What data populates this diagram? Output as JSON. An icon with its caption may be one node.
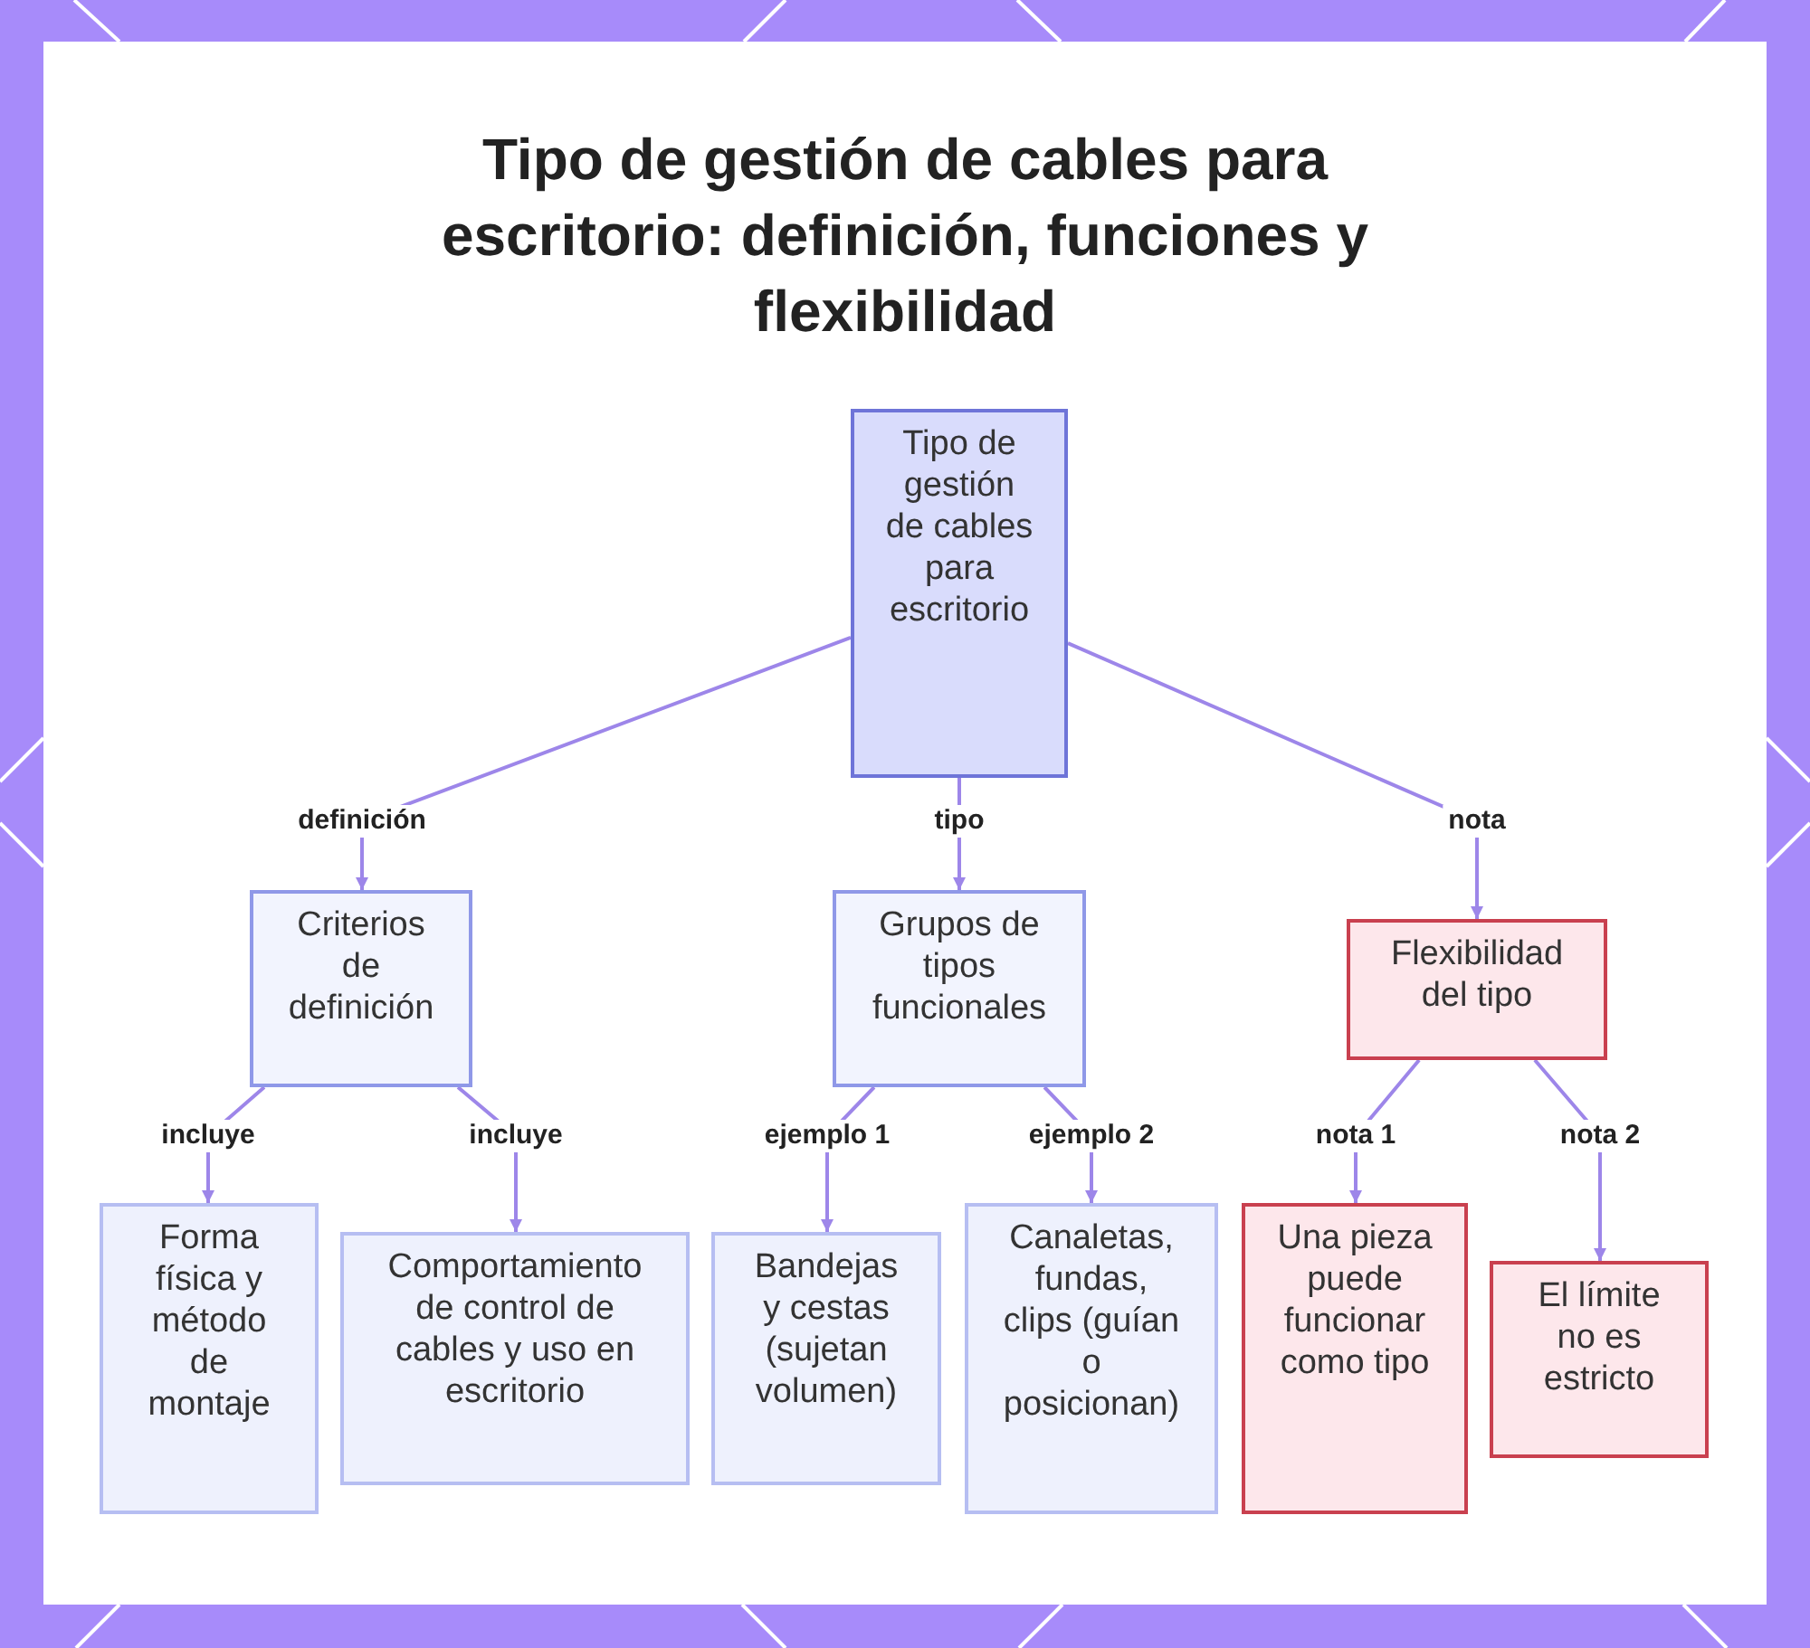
{
  "diagram": {
    "title": "Tipo de gestión de cables para escritorio: definición, funciones y flexibilidad",
    "nodes": [
      {
        "text": [
          "Tipo de gestión de cables para escritorio"
        ]
      },
      {
        "text": [
          "Criterios de definición"
        ]
      },
      {
        "text": [
          "Grupos de tipos funcionales"
        ]
      },
      {
        "text": [
          "Flexibilidad del tipo"
        ]
      },
      {
        "text": [
          "Forma física y método de montaje"
        ]
      },
      {
        "text": [
          "Comportamiento de control de cables y uso en escritorio"
        ]
      },
      {
        "text": [
          "Bandejas y cestas (sujetan volumen)"
        ]
      },
      {
        "text": [
          "Canaletas, fundas, clips (guían o posicionan)"
        ]
      },
      {
        "text": [
          "Una pieza puede funcionar como tipo"
        ]
      },
      {
        "text": [
          "El límite no es estricto"
        ]
      }
    ],
    "edges": [
      {
        "from": 0,
        "to": 1,
        "arrow": "to",
        "label": "definición"
      },
      {
        "from": 0,
        "to": 2,
        "arrow": "to",
        "label": "tipo"
      },
      {
        "from": 0,
        "to": 3,
        "arrow": "to",
        "label": "nota"
      },
      {
        "from": 1,
        "to": 4,
        "arrow": "to",
        "label": "incluye"
      },
      {
        "from": 1,
        "to": 5,
        "arrow": "to",
        "label": "incluye"
      },
      {
        "from": 2,
        "to": 6,
        "arrow": "to",
        "label": "ejemplo 1"
      },
      {
        "from": 2,
        "to": 7,
        "arrow": "to",
        "label": "ejemplo 2"
      },
      {
        "from": 3,
        "to": 8,
        "arrow": "to",
        "label": "nota 1"
      },
      {
        "from": 3,
        "to": 9,
        "arrow": "to",
        "label": "nota 2"
      }
    ]
  }
}
